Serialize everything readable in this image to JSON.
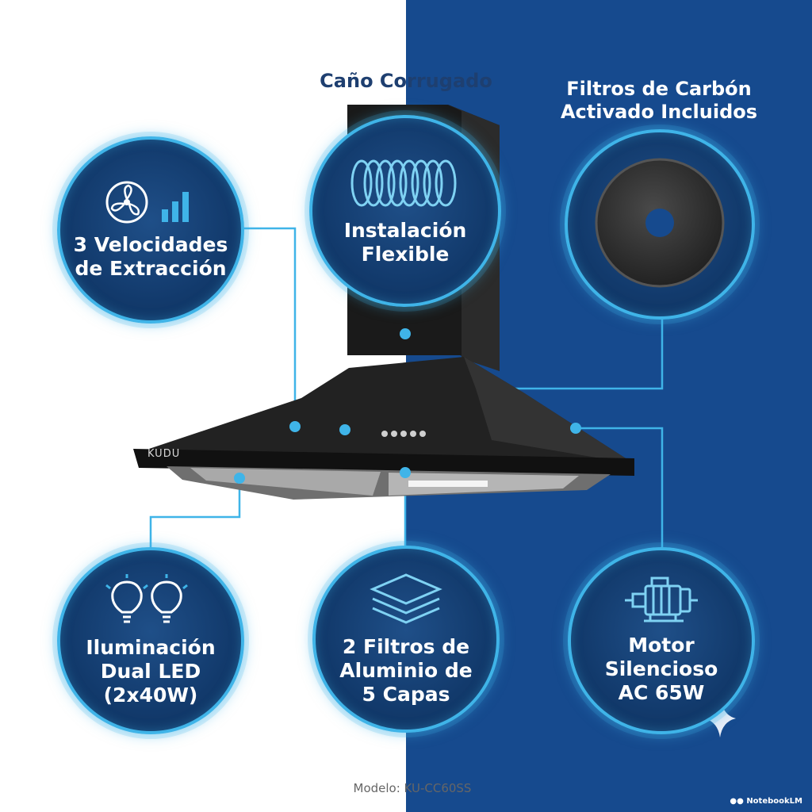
{
  "colors": {
    "background_left": "#ffffff",
    "background_right": "#164a8e",
    "accent_ring": "#3fb4e8",
    "badge_fill": "#123a6c",
    "heading_left": "#1e3f70",
    "text_white": "#ffffff"
  },
  "headings": {
    "duct": "Caño Corrugado",
    "carbon_line1": "Filtros de Carbón",
    "carbon_line2": "Activado Incluidos"
  },
  "features": {
    "speeds": {
      "icon": "fan-and-bars-icon",
      "line1": "3 Velocidades",
      "line2": "de Extracción"
    },
    "flexible": {
      "icon": "corrugated-duct-icon",
      "line1": "Instalación",
      "line2": "Flexible"
    },
    "carbon": {
      "icon": "carbon-filter-disc-icon"
    },
    "led": {
      "icon": "light-bulbs-icon",
      "line1": "Iluminación",
      "line2": "Dual LED",
      "line3": "(2x40W)"
    },
    "aluminum": {
      "icon": "stacked-layers-icon",
      "line1": "2 Filtros de",
      "line2": "Aluminio de",
      "line3": "5 Capas"
    },
    "motor": {
      "icon": "motor-icon",
      "line1": "Motor",
      "line2": "Silencioso",
      "line3": "AC 65W"
    }
  },
  "product": {
    "brand": "KUDU",
    "image": "range-hood-image"
  },
  "model_label": "Modelo: KU-CC60SS",
  "watermark": "NotebookLM"
}
